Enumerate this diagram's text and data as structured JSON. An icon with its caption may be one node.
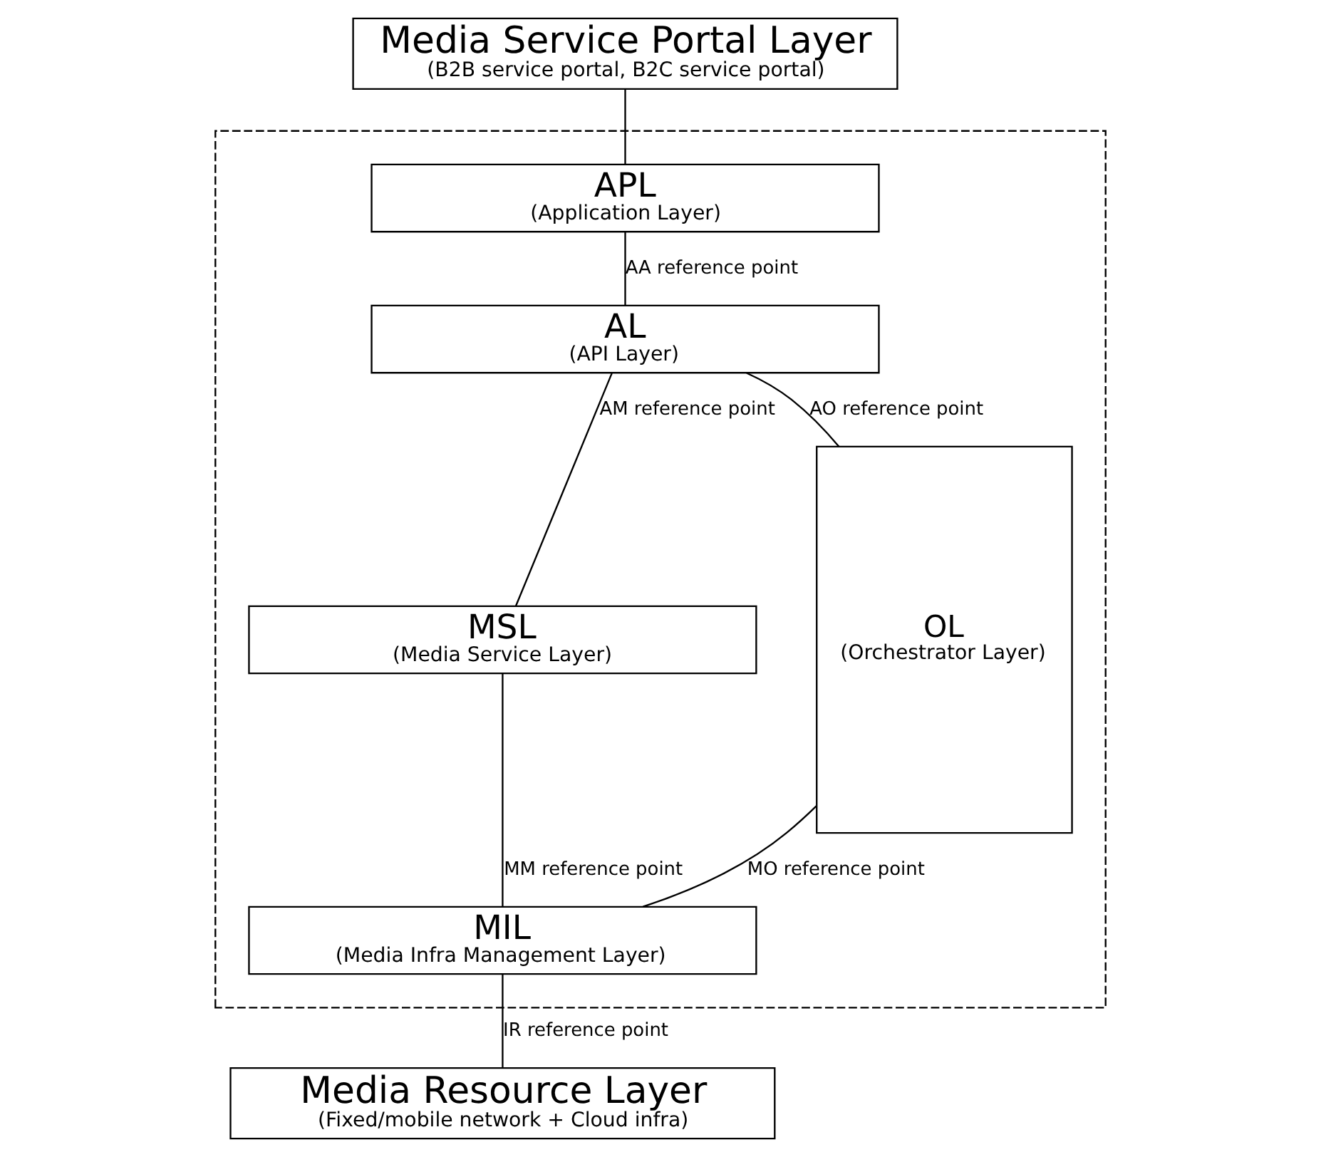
{
  "diagram": {
    "nodes": [
      {
        "text": [
          "Media Service Portal Layer",
          "(B2B service portal, B2C service portal)"
        ]
      },
      {
        "text": [],
        "shape": "box"
      },
      {
        "text": [
          "APL",
          "(Application Layer)"
        ],
        "in": 1
      },
      {
        "text": [
          "AL",
          "(API Layer)"
        ],
        "in": 1
      },
      {
        "text": [
          "MSL",
          "(Media Service Layer)"
        ],
        "in": 1
      },
      {
        "text": [
          "MIL",
          "(Media Infra Management Layer)"
        ],
        "in": 1
      },
      {
        "text": [
          "OL",
          "(Orchestrator Layer)"
        ],
        "in": 1
      },
      {
        "text": [
          "Media Resource Layer",
          "(Fixed/mobile network + Cloud infra)"
        ]
      }
    ],
    "edges": [
      {
        "from": 0,
        "to": 2,
        "arrow": "none"
      },
      {
        "from": 2,
        "to": 3,
        "arrow": "none",
        "label": "AA reference point"
      },
      {
        "from": 3,
        "to": 4,
        "arrow": "none",
        "label": "AM reference point"
      },
      {
        "from": 4,
        "to": 5,
        "arrow": "none",
        "label": "MM reference point"
      },
      {
        "from": 3,
        "to": 6,
        "arrow": "none",
        "label": "AO reference point"
      },
      {
        "from": 5,
        "to": 6,
        "arrow": "none",
        "label": "MO reference point"
      },
      {
        "from": 5,
        "to": 7,
        "arrow": "none",
        "label": "IR reference point"
      }
    ]
  }
}
